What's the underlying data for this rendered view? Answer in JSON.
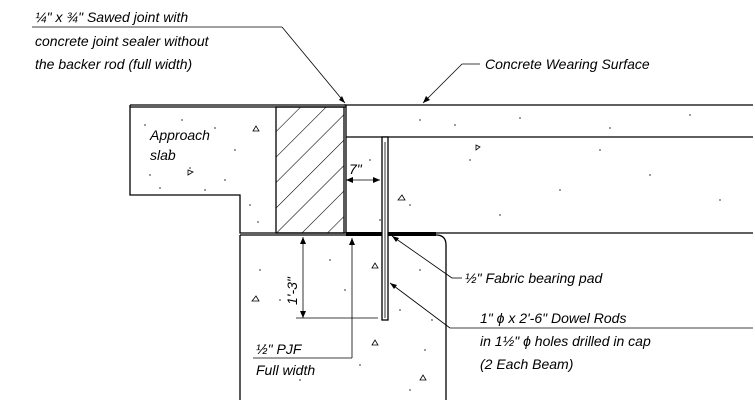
{
  "labels": {
    "sawed_joint_1": "¼\" x ¾\" Sawed joint with",
    "sawed_joint_2": "concrete joint sealer without",
    "sawed_joint_3": "the backer rod (full width)",
    "wearing_surface": "Concrete Wearing Surface",
    "approach_1": "Approach",
    "approach_2": "slab",
    "dim_seven": "7\"",
    "dim_height": "1'-3\"",
    "bearing_pad": "½\" Fabric bearing pad",
    "dowel_1": "1\" ϕ x 2'-6\" Dowel Rods",
    "dowel_2": "in 1½\" ϕ holes drilled in cap",
    "dowel_3": "(2 Each Beam)",
    "pjf_1": "½\" PJF",
    "pjf_2": "Full width"
  }
}
